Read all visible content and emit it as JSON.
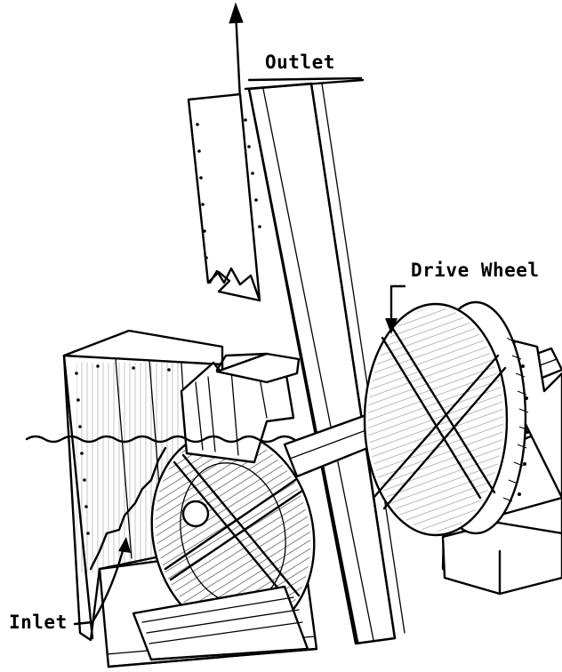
{
  "labels": {
    "outlet": "Outlet",
    "drive_wheel": "Drive Wheel",
    "inlet": "Inlet"
  },
  "colors": {
    "ink": "#000000",
    "paper": "#ffffff"
  }
}
